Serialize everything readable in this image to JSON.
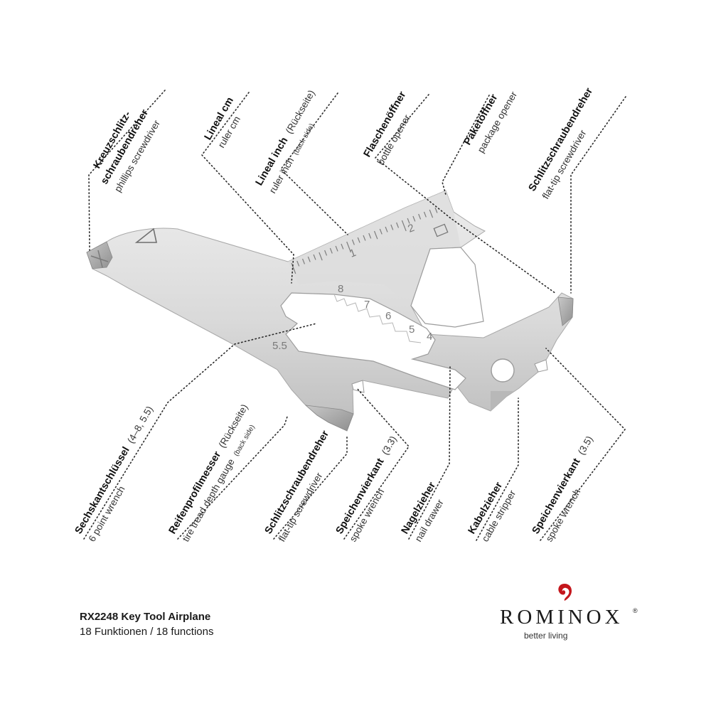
{
  "labels": [
    {
      "id": "phillips",
      "de": "Kreuzschlitz-",
      "de2": "schraubendreher",
      "en": "phillips screwdriver"
    },
    {
      "id": "ruler_cm",
      "de": "Lineal cm",
      "en": "ruler cm"
    },
    {
      "id": "ruler_inch",
      "de": "Lineal inch",
      "de_note": "(Rückseite)",
      "en": "ruler inch",
      "en_note": "(back side)"
    },
    {
      "id": "bottle",
      "de": "Flaschenöffner",
      "en": "bottle opener"
    },
    {
      "id": "package",
      "de": "Paketöffner",
      "en": "package opener"
    },
    {
      "id": "flat_top",
      "de": "Schlitzschraubendreher",
      "en": "flat-tip screwdriver"
    },
    {
      "id": "hex",
      "de": "Sechskantschlüssel",
      "de_note": "(4–8, 5.5)",
      "en": "6 point wrench"
    },
    {
      "id": "tread",
      "de": "Reifenprofilmesser",
      "de_note": "(Rückseite)",
      "en": "tire tread depth gauge",
      "en_note": "(back side)"
    },
    {
      "id": "flat_bottom",
      "de": "Schlitzschraubendreher",
      "en": "flat-tip screwdriver"
    },
    {
      "id": "spoke33",
      "de": "Speichenvierkant",
      "de_note": "(3.3)",
      "en": "spoke wrench"
    },
    {
      "id": "nail",
      "de": "Nagelzieher",
      "en": "nail drawer"
    },
    {
      "id": "cable",
      "de": "Kabelzieher",
      "en": "cable stripper"
    },
    {
      "id": "spoke35",
      "de": "Speichenvierkant",
      "de_note": "(3.5)",
      "en": "spoke wrench"
    }
  ],
  "engraving": {
    "ruler_marks": [
      "1",
      "2"
    ],
    "hex_sizes": [
      "8",
      "7",
      "6",
      "5",
      "4"
    ],
    "hex_extra": "5.5"
  },
  "product": {
    "title": "RX2248 Key Tool Airplane",
    "subtitle": "18 Funktionen / 18 functions"
  },
  "brand": {
    "name": "ROMINOX",
    "registered": "®",
    "tagline": "better living",
    "logo_color": "#c4161c"
  },
  "colors": {
    "metal_light": "#e6e6e6",
    "metal_mid": "#c9c9c9",
    "metal_dark": "#9e9e9e"
  }
}
